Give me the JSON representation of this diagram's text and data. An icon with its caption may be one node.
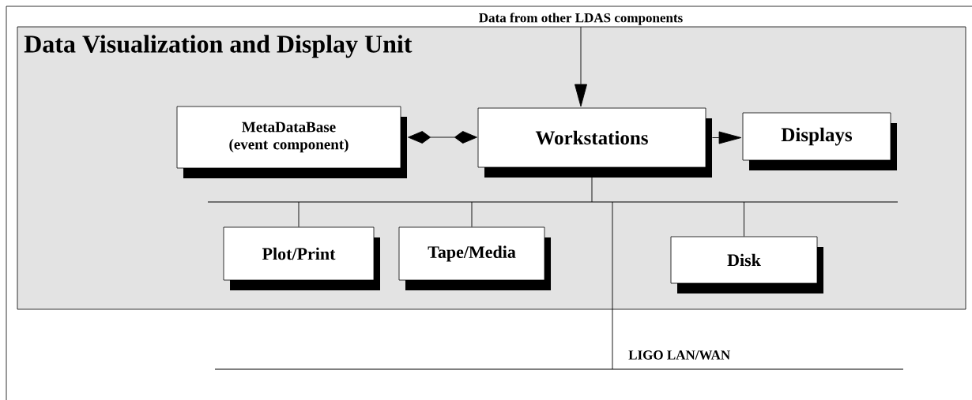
{
  "diagram": {
    "nodes": [
      {
        "text": [
          "Data from other LDAS components"
        ]
      },
      {
        "text": [
          "Data Visualization and Display Unit"
        ]
      },
      {
        "text": [
          "MetaDataBase (event component)"
        ],
        "in": 1
      },
      {
        "text": [
          "Workstations"
        ],
        "in": 1
      },
      {
        "text": [
          "Displays"
        ],
        "in": 1
      },
      {
        "text": [],
        "shape": "bar",
        "in": 1
      },
      {
        "text": [
          "Plot/Print"
        ],
        "in": 1
      },
      {
        "text": [
          "Tape/Media"
        ],
        "in": 1
      },
      {
        "text": [
          "Disk"
        ],
        "in": 1
      },
      {
        "text": [],
        "shape": "bar",
        "beside": [
          "LIGO LAN/WAN"
        ]
      }
    ],
    "edges": [
      {
        "from": 0,
        "to": 3,
        "arrow": "to"
      },
      {
        "from": 2,
        "to": 3,
        "arrow": "both"
      },
      {
        "from": 3,
        "to": 4,
        "arrow": "to"
      },
      {
        "from": 3,
        "to": 5,
        "arrow": "none"
      },
      {
        "from": 5,
        "to": 6,
        "arrow": "none"
      },
      {
        "from": 5,
        "to": 7,
        "arrow": "none"
      },
      {
        "from": 5,
        "to": 8,
        "arrow": "none"
      },
      {
        "from": 5,
        "to": 9,
        "arrow": "none"
      }
    ]
  }
}
